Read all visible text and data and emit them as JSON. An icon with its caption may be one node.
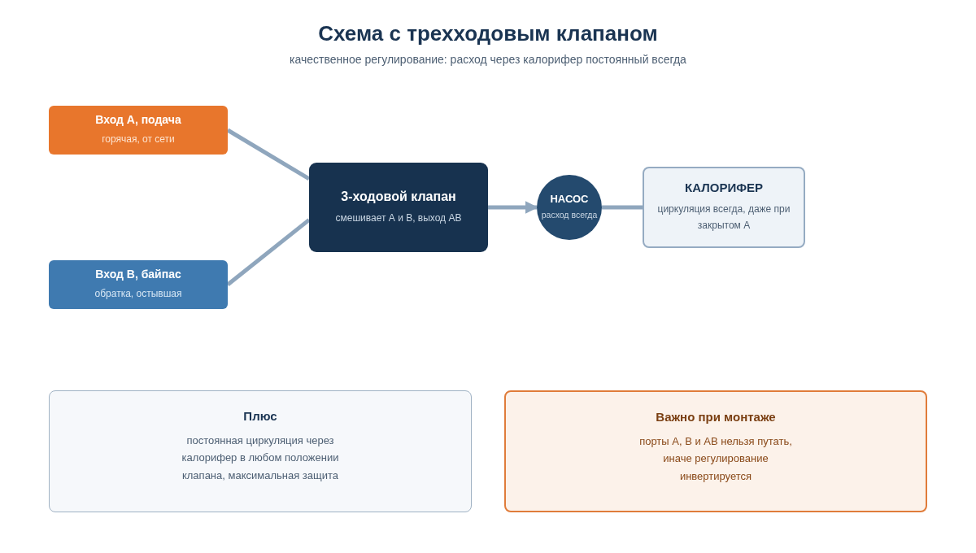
{
  "diagram": {
    "title": "Схема с трехходовым клапаном",
    "nodes": [
      {
        "text": [
          "Вход А, подача",
          "горячая, от сети"
        ]
      },
      {
        "text": [
          "Вход В, байпас",
          "обратка, остывшая"
        ]
      },
      {
        "text": [
          "3-ходовой клапан",
          "смешивает А и В, выход АВ"
        ]
      },
      {
        "text": [
          "НАСОС",
          "расход всегда"
        ]
      },
      {
        "text": [
          "КАЛОРИФЕР",
          "циркуляция всегда, даже при закрытом А"
        ]
      },
      {
        "text": [
          "Плюс",
          "постоянная циркуляция через калорифер в любом положении клапана, максимальная защита"
        ]
      },
      {
        "text": [
          "Важно при монтаже",
          "порты А, В и АВ нельзя путать, иначе регулирование инвертируется"
        ]
      }
    ],
    "edges": [
      {
        "from": 0,
        "to": 2,
        "arrow": "none"
      },
      {
        "from": 1,
        "to": 2,
        "arrow": "none"
      },
      {
        "from": 2,
        "to": 3,
        "arrow": "to"
      },
      {
        "from": 3,
        "to": 4,
        "arrow": "none"
      }
    ],
    "labels": [
      "качественное регулирование: расход через калорифер постоянный всегда"
    ]
  }
}
